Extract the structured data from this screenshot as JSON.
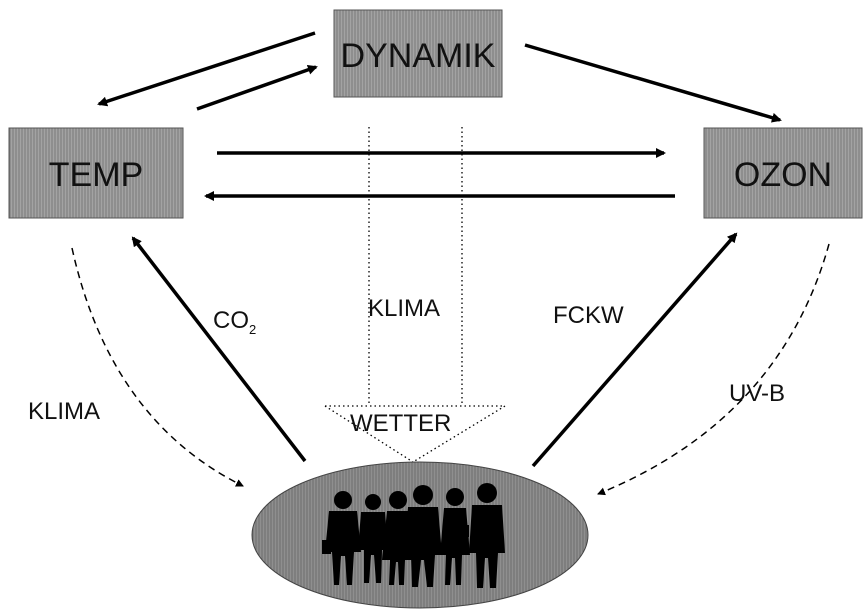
{
  "nodes": {
    "dynamik": "DYNAMIK",
    "temp": "TEMP",
    "ozon": "OZON"
  },
  "labels": {
    "co2_main": "CO",
    "co2_sub": "2",
    "klima_center": "KLIMA",
    "fckw": "FCKW",
    "klima_left": "KLIMA",
    "uvb": "UV-B",
    "wetter": "WETTER"
  },
  "people_icon": "group-of-people-silhouette",
  "colors": {
    "box_fill": "#9e9e9e",
    "ellipse_fill": "#8a8a8a",
    "line": "#000000",
    "text": "#111111"
  }
}
